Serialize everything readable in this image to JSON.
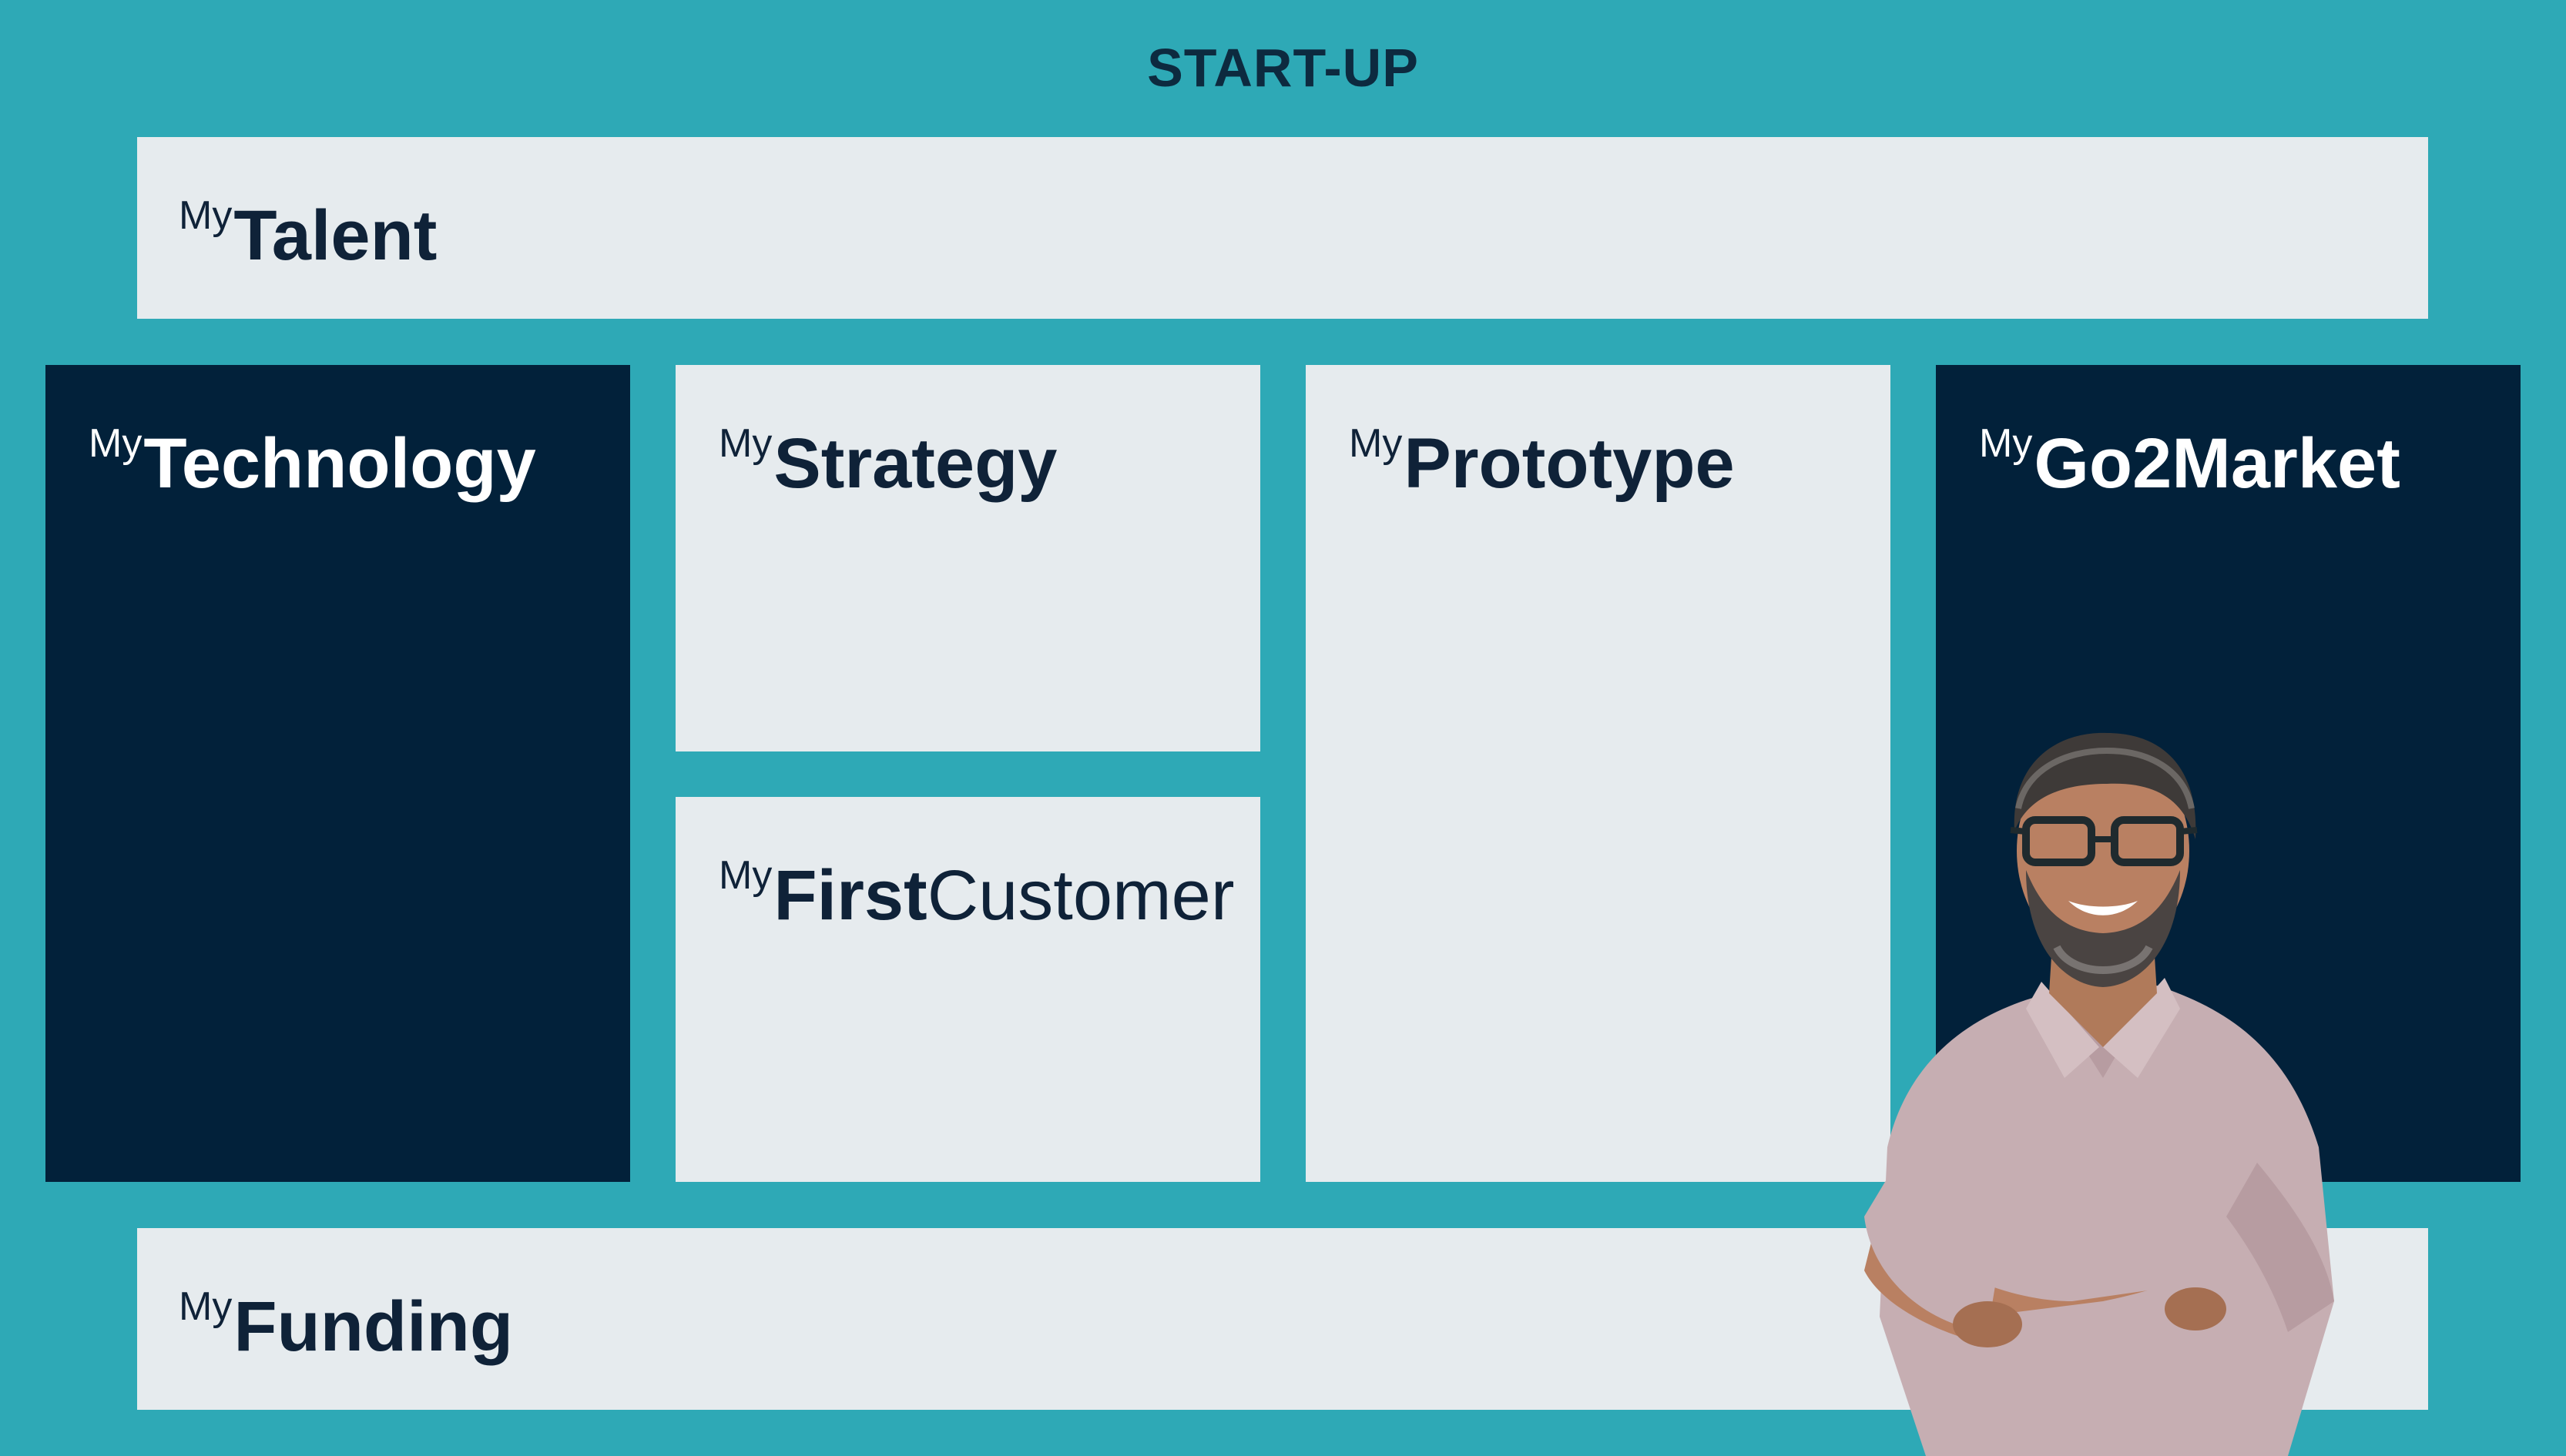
{
  "title": "START-UP",
  "cards": {
    "talent": {
      "prefix": "My",
      "name": "Talent",
      "name_light": ""
    },
    "technology": {
      "prefix": "My",
      "name": "Technology",
      "name_light": ""
    },
    "strategy": {
      "prefix": "My",
      "name": "Strategy",
      "name_light": ""
    },
    "prototype": {
      "prefix": "My",
      "name": "Prototype",
      "name_light": ""
    },
    "go2market": {
      "prefix": "My",
      "name": "Go2Market",
      "name_light": ""
    },
    "firstcustomer": {
      "prefix": "My",
      "name": "First",
      "name_light": "Customer"
    },
    "funding": {
      "prefix": "My",
      "name": "Funding",
      "name_light": ""
    }
  },
  "colors": {
    "background": "#2ea9b6",
    "light_card": "#e6ebee",
    "dark_card": "#02213a",
    "text_dark": "#0f2238"
  }
}
